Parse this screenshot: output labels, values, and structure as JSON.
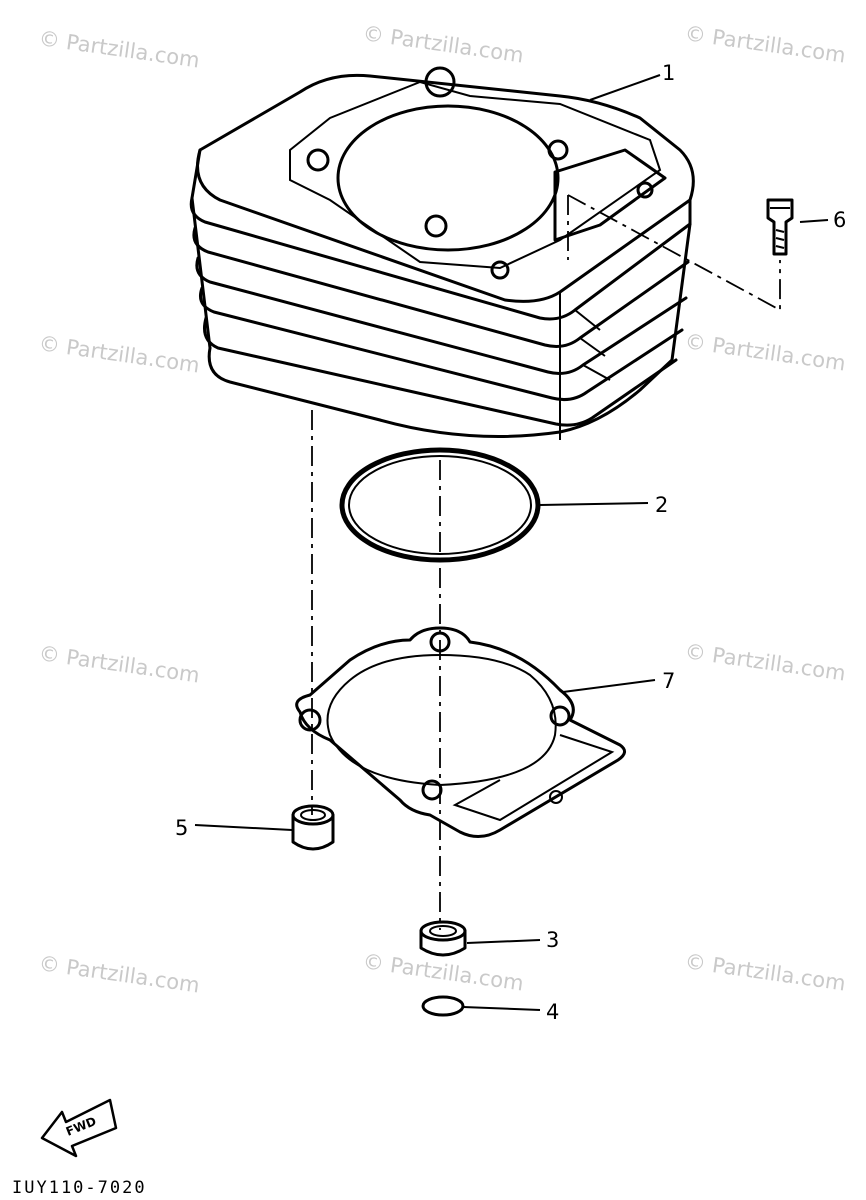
{
  "diagram": {
    "callouts": [
      {
        "number": "1"
      },
      {
        "number": "2"
      },
      {
        "number": "3"
      },
      {
        "number": "4"
      },
      {
        "number": "5"
      },
      {
        "number": "6"
      },
      {
        "number": "7"
      }
    ],
    "fwd_label": "FWD",
    "drawing_code": "IUY110-7020"
  },
  "watermark": "© Partzilla.com",
  "colors": {
    "line": "#000000",
    "watermark": "#c9c9c9",
    "background": "#ffffff"
  }
}
